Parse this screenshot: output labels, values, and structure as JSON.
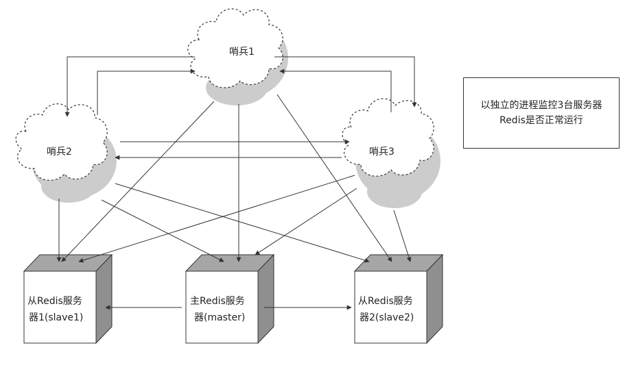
{
  "sentinels": [
    {
      "id": "s1",
      "label": "哨兵1"
    },
    {
      "id": "s2",
      "label": "哨兵2"
    },
    {
      "id": "s3",
      "label": "哨兵3"
    }
  ],
  "servers": [
    {
      "id": "slave1",
      "line1": "从Redis服务",
      "line2": "器1(slave1)"
    },
    {
      "id": "master",
      "line1": "主Redis服务",
      "line2": "器(master)"
    },
    {
      "id": "slave2",
      "line1": "从Redis服务",
      "line2": "器2(slave2)"
    }
  ],
  "note": {
    "line1": "以独立的进程监控3台服务器",
    "line2": "Redis是否正常运行"
  },
  "colors": {
    "stroke": "#333333",
    "cloud_shadow": "#cccccc",
    "box_top": "#a6a6a6",
    "box_side": "#8f8f8f",
    "box_front": "#ffffff"
  }
}
